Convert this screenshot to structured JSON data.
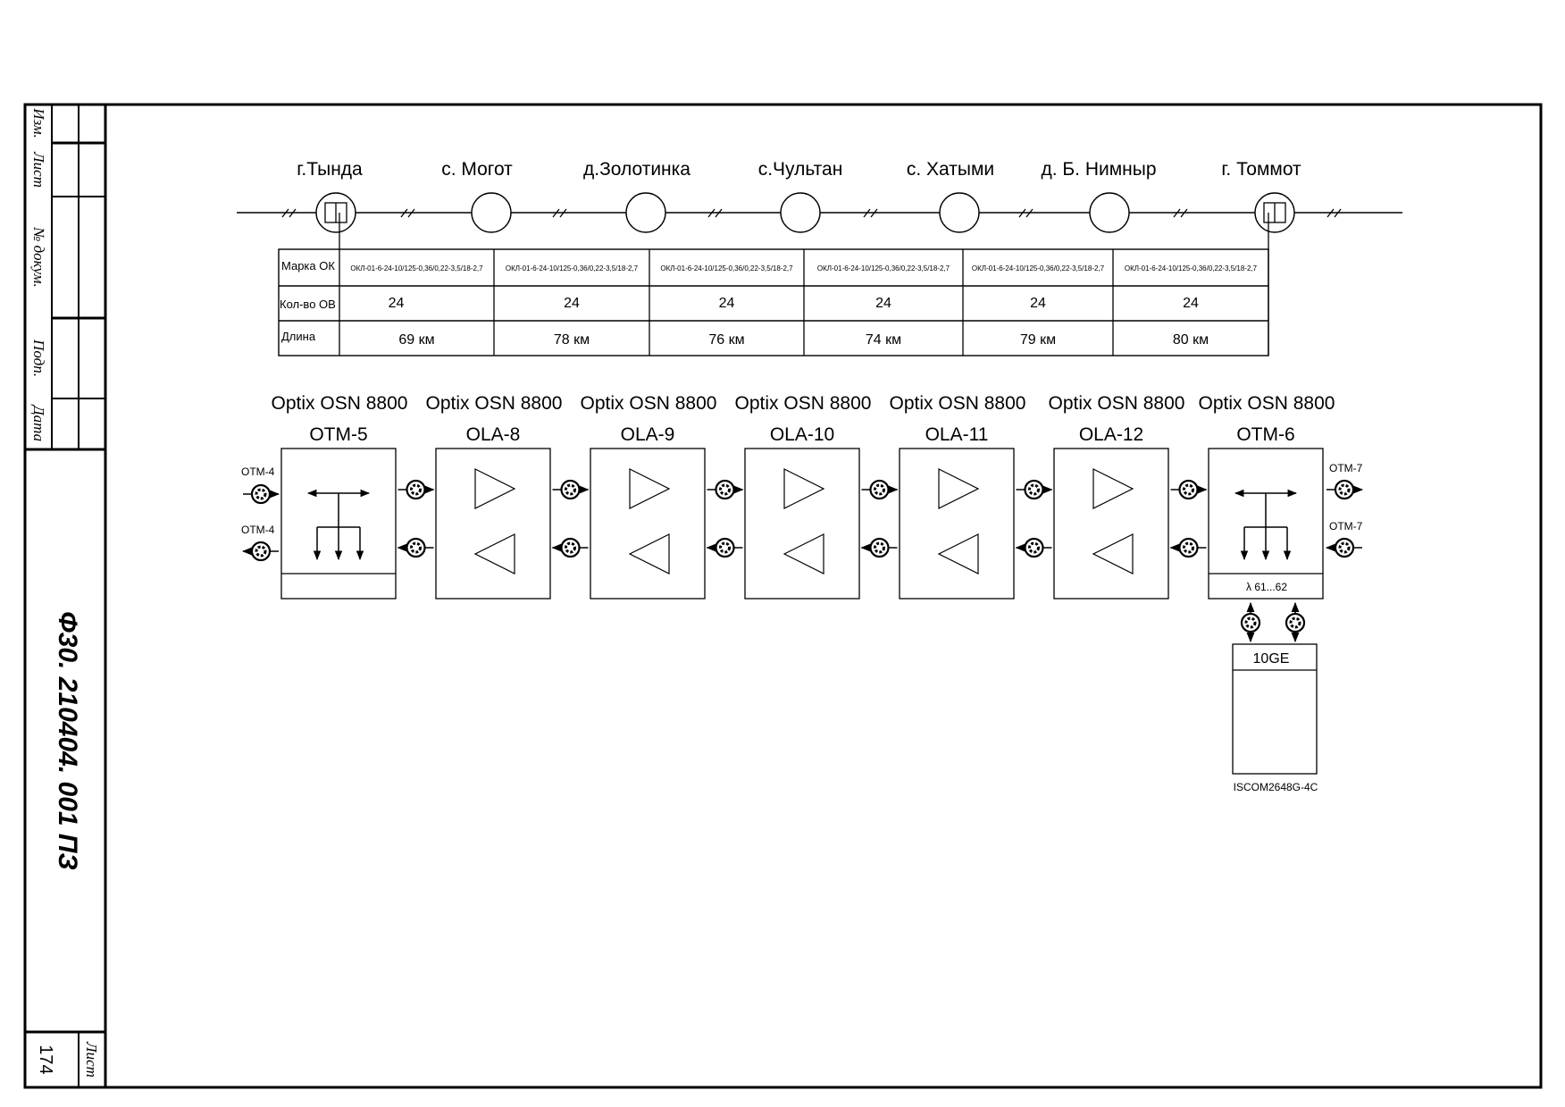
{
  "sidebar": {
    "labels": [
      "Изм.",
      "Лист",
      "№ докум.",
      "Подп.",
      "Дата"
    ],
    "doc_code": "Ф30. 210404. 001 ПЗ",
    "sheet_label": "Лист",
    "sheet_number": "174"
  },
  "cities": [
    "г.Тында",
    "с. Могот",
    "д.Золотинка",
    "с.Чультан",
    "с. Хатыми",
    "д. Б. Нимныр",
    "г. Томмот"
  ],
  "table": {
    "row_labels": [
      "Марка ОК",
      "Кол-во ОВ",
      "Длина"
    ],
    "segments": [
      {
        "cable": "ОКЛ-01-6-24-10/125-0,36/0,22-3,5/18-2,7",
        "fibers": "24",
        "length": "69 км"
      },
      {
        "cable": "ОКЛ-01-6-24-10/125-0,36/0,22-3,5/18-2,7",
        "fibers": "24",
        "length": "78 км"
      },
      {
        "cable": "ОКЛ-01-6-24-10/125-0,36/0,22-3,5/18-2,7",
        "fibers": "24",
        "length": "76 км"
      },
      {
        "cable": "ОКЛ-01-6-24-10/125-0,36/0,22-3,5/18-2,7",
        "fibers": "24",
        "length": "74 км"
      },
      {
        "cable": "ОКЛ-01-6-24-10/125-0,36/0,22-3,5/18-2,7",
        "fibers": "24",
        "length": "79 км"
      },
      {
        "cable": "ОКЛ-01-6-24-10/125-0,36/0,22-3,5/18-2,7",
        "fibers": "24",
        "length": "80 км"
      }
    ]
  },
  "equipment": [
    {
      "model": "Optix OSN 8800",
      "name": "OTM-5"
    },
    {
      "model": "Optix OSN 8800",
      "name": "OLA-8"
    },
    {
      "model": "Optix OSN 8800",
      "name": "OLA-9"
    },
    {
      "model": "Optix OSN 8800",
      "name": "OLA-10"
    },
    {
      "model": "Optix OSN 8800",
      "name": "OLA-11"
    },
    {
      "model": "Optix OSN 8800",
      "name": "OLA-12"
    },
    {
      "model": "Optix OSN 8800",
      "name": "OTM-6"
    }
  ],
  "ports": {
    "left_top": "OTM-4",
    "left_bottom": "OTM-4",
    "right_top": "OTM-7",
    "right_bottom": "OTM-7"
  },
  "wavelength": "λ 61...62",
  "switch": {
    "port": "10GE",
    "model": "ISCOM2648G-4C"
  }
}
